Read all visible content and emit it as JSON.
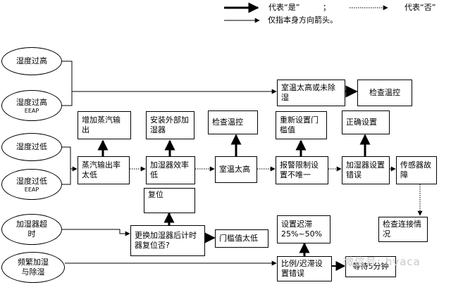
{
  "legend": {
    "yes_text": "代表“是”",
    "semicolon": "；",
    "no_text": "代表“否”",
    "direction_text": "仅指本身方向箭头。"
  },
  "nodes": {
    "humidity_high": "湿度过高",
    "humidity_high_eeap_line1": "湿度过高",
    "humidity_high_eeap_line2": "EEAP",
    "humidity_low": "湿度过低",
    "humidity_low_eeap_line1": "湿度过低",
    "humidity_low_eeap_line2": "EEAP",
    "humidifier_overtime": "加湿器超时",
    "frequent_humidify": "频繁加湿与除湿",
    "room_temp_high_no_dehumid": "室温太高或未除湿",
    "check_temp_control_top": "检查温控",
    "increase_steam": "增加蒸汽输出",
    "install_external_humidifier": "安装外部加湿器",
    "check_temp_control_mid": "检查温控",
    "reset_threshold": "重新设置门槛值",
    "correct_setting": "正确设置",
    "steam_output_low": "蒸汽输出率太低",
    "humidifier_eff_low": "加湿器效率低",
    "room_temp_too_high": "室温太高",
    "alarm_limit_not_unique": "报警限制设置不唯一",
    "humidifier_setting_error": "加湿器设置错误",
    "sensor_fault": "传感器故障",
    "reset": "复位",
    "replace_humidifier_timer": "更换加湿器后计时器复位否?",
    "threshold_too_large": "门槛值太低",
    "set_hysteresis": "设置迟滞25%~50%",
    "ratio_hysteresis_error": "比例/迟滞设置错误",
    "wait_5min": "等待5分钟",
    "check_connection": "检查连接情况"
  },
  "watermark": "微信号: hvaca"
}
